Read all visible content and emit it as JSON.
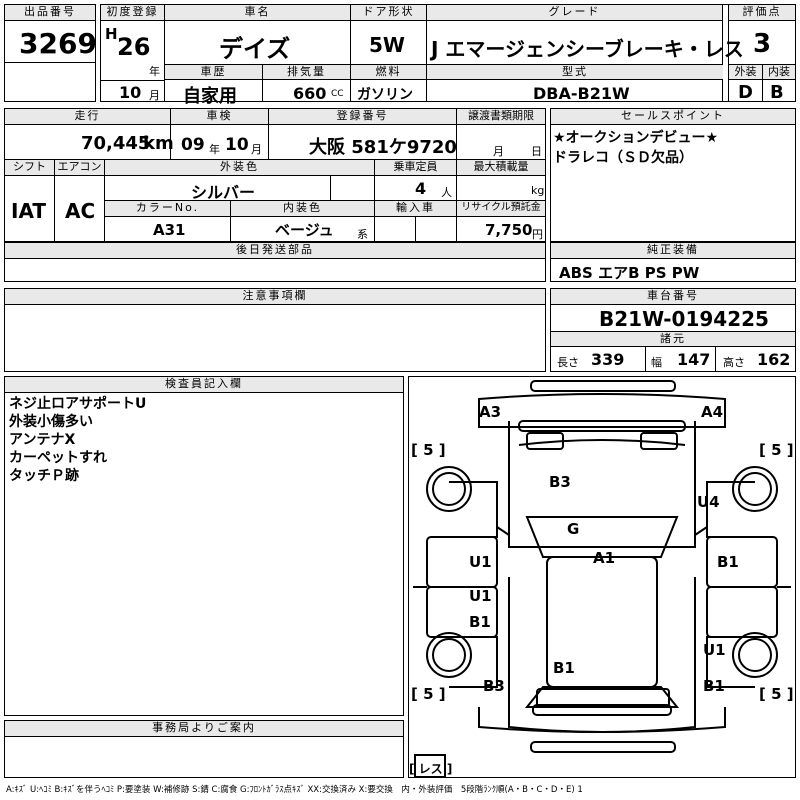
{
  "lot": {
    "label": "出品番号",
    "value": "3269"
  },
  "first_reg": {
    "label": "初度登録",
    "era": "H",
    "year": "26",
    "year_unit": "年",
    "month": "10",
    "month_unit": "月"
  },
  "car_name": {
    "label": "車名",
    "value": "デイズ"
  },
  "door": {
    "label": "ドア形状",
    "value": "5W"
  },
  "grade": {
    "label": "グレード",
    "value": "J エマージェンシーブレーキ・レス"
  },
  "score": {
    "label": "評価点",
    "value": "3"
  },
  "history": {
    "label": "車歴",
    "value": "自家用"
  },
  "displacement": {
    "label": "排気量",
    "value": "660",
    "unit": "CC"
  },
  "fuel": {
    "label": "燃料",
    "value": "ガソリン"
  },
  "model": {
    "label": "型式",
    "value": "DBA-B21W"
  },
  "ext_grade": {
    "label": "外装",
    "value": "D"
  },
  "int_grade": {
    "label": "内装",
    "value": "B"
  },
  "mileage": {
    "label": "走行",
    "value": "70,445",
    "unit": "km"
  },
  "inspection": {
    "label": "車検",
    "year": "09",
    "year_unit": "年",
    "month": "10",
    "month_unit": "月"
  },
  "reg_no": {
    "label": "登録番号",
    "value": "大阪 581ケ9720"
  },
  "transfer": {
    "label": "譲渡書類期限",
    "month_unit": "月",
    "day_unit": "日"
  },
  "shift": {
    "label": "シフト",
    "value": "IAT"
  },
  "aircon": {
    "label": "エアコン",
    "value": "AC"
  },
  "ext_color": {
    "label": "外装色",
    "value": "シルバー"
  },
  "capacity": {
    "label": "乗車定員",
    "value": "4",
    "unit": "人"
  },
  "max_load": {
    "label": "最大積載量",
    "unit": "kg"
  },
  "color_no": {
    "label": "カラーNo.",
    "value": "A31"
  },
  "int_color": {
    "label": "内装色",
    "value": "ベージュ",
    "unit": "系"
  },
  "import": {
    "label": "輸入車"
  },
  "recycle": {
    "label": "リサイクル預託金",
    "value": "7,750",
    "unit": "円"
  },
  "sales_point": {
    "label": "セールスポイント",
    "lines": [
      "★オークションデビュー★",
      "ドラレコ（ＳＤ欠品）"
    ]
  },
  "later_parts": {
    "label": "後日発送部品"
  },
  "equipment": {
    "label": "純正装備",
    "value": "ABS エアB PS PW"
  },
  "cautions": {
    "label": "注意事項欄"
  },
  "chassis": {
    "label": "車台番号",
    "value": "B21W-0194225"
  },
  "dims": {
    "label": "諸元",
    "length_label": "長さ",
    "length": "339",
    "width_label": "幅",
    "width": "147",
    "height_label": "高さ",
    "height": "162"
  },
  "inspector": {
    "label": "検査員記入欄",
    "notes": [
      "ネジ止ロアサポートU",
      "外装小傷多い",
      "アンテナX",
      "カーペットすれ",
      "タッチＰ跡"
    ]
  },
  "office": {
    "label": "事務局よりご案内"
  },
  "diagram": {
    "marks": [
      "A3",
      "A4",
      "B3",
      "U4",
      "G",
      "A1",
      "U1",
      "B1",
      "U1",
      "B1",
      "U1",
      "B1",
      "B3",
      "B1"
    ],
    "tires": [
      "[ 5 ]",
      "[ 5 ]",
      "[ 5 ]",
      "[ 5 ]"
    ],
    "spare": "[ レス ]"
  },
  "legend": "A:ｷｽﾞ U:ﾍｺﾐ B:ｷｽﾞを伴うﾍｺﾐ P:要塗装 W:補修跡 S:錆 C:腐食 G:ﾌﾛﾝﾄｶﾞﾗｽ点ｷｽﾞ XX:交換済み X:要交換　内・外装評価　5段階ﾗﾝｸ順(A・B・C・D・E) 1"
}
